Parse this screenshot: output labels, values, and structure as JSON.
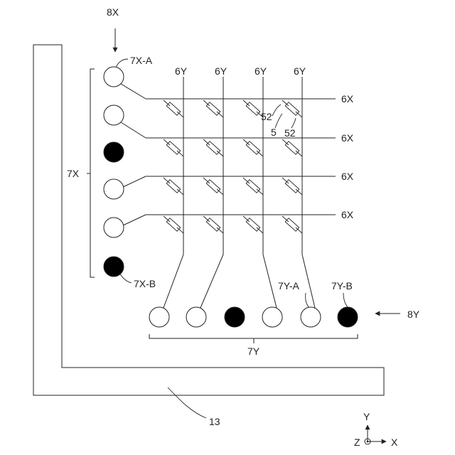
{
  "labels": {
    "arrow_x": "8X",
    "arrow_y": "8Y",
    "pad_x_a": "7X-A",
    "pad_x_b": "7X-B",
    "group_x": "7X",
    "pad_y_a": "7Y-A",
    "pad_y_b": "7Y-B",
    "group_y": "7Y",
    "substrate": "13",
    "element": "5",
    "electrode_1": "52",
    "electrode_2": "52"
  },
  "wiring_y": {
    "label": "6Y",
    "count": 4
  },
  "wiring_x": {
    "label": "6X",
    "count": 4
  },
  "pads_x": [
    {
      "filled": false
    },
    {
      "filled": false
    },
    {
      "filled": true
    },
    {
      "filled": false
    },
    {
      "filled": false
    },
    {
      "filled": true
    }
  ],
  "pads_y": [
    {
      "filled": false
    },
    {
      "filled": false
    },
    {
      "filled": true
    },
    {
      "filled": false
    },
    {
      "filled": false
    },
    {
      "filled": true
    }
  ],
  "axes": {
    "y": "Y",
    "z": "Z",
    "x": "X"
  }
}
